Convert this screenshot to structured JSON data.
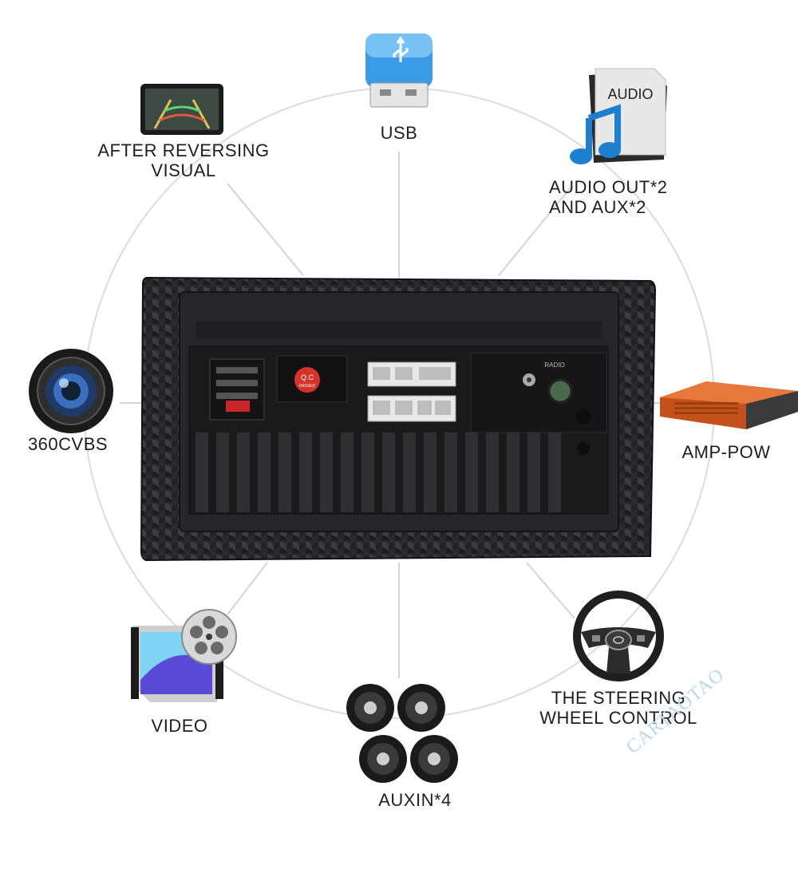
{
  "labels": {
    "usb": "USB",
    "after_reversing_line1": "AFTER REVERSING",
    "after_reversing_line2": "VISUAL",
    "audio_line1": "AUDIO OUT*2",
    "audio_line2": "AND AUX*2",
    "camera": "360CVBS",
    "amp": "AMP-POW",
    "video": "VIDEO",
    "steering_line1": "THE STEERING",
    "steering_line2": "WHEEL CONTROL",
    "auxin": "AUXIN*4"
  },
  "icon_texts": {
    "audio_doc": "AUDIO",
    "qc_sticker_line1": "Q.C",
    "qc_sticker_line2": "PASSED",
    "radio_port": "RADIO"
  },
  "watermark": "CARTAOTAO",
  "icons": [
    "usb-icon",
    "reverse-camera-monitor-icon",
    "audio-file-icon",
    "camera-lens-icon",
    "amplifier-icon",
    "video-file-icon",
    "steering-wheel-icon",
    "speakers-icon"
  ],
  "colors": {
    "text": "#1e1e1e",
    "circle": "#d9d9d9",
    "usb_blue": "#2d8fe0",
    "amp_orange": "#d9621e",
    "watermark": "#bcd7ee"
  }
}
